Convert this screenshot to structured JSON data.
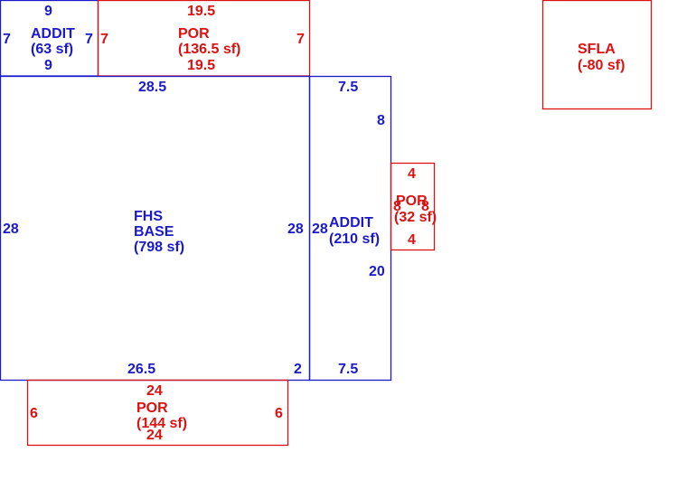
{
  "colors": {
    "base": "#1a1acc",
    "porch": "#dd1111"
  },
  "areas": {
    "addit_top": {
      "name": "ADDIT",
      "area": "(63 sf)"
    },
    "por_top": {
      "name": "POR",
      "area": "(136.5 sf)"
    },
    "base": {
      "name_line1": "FHS",
      "name_line2": "BASE",
      "area": "(798 sf)"
    },
    "addit_right": {
      "name": "ADDIT",
      "area": "(210 sf)"
    },
    "por_right": {
      "name": "POR",
      "area": "(32 sf)"
    },
    "por_bottom": {
      "name": "POR",
      "area": "(144 sf)"
    },
    "sfla": {
      "name": "SFLA",
      "area": "(-80 sf)"
    }
  },
  "dimensions": {
    "addit_top": {
      "top": "9",
      "bottom": "9",
      "left": "7",
      "right": "7"
    },
    "por_top": {
      "top": "19.5",
      "bottom": "19.5",
      "left": "7",
      "right": "7"
    },
    "base": {
      "top": "28.5",
      "left": "28",
      "right": "28",
      "bottom": "26.5",
      "bottom_right": "2"
    },
    "addit_right": {
      "top": "7.5",
      "left": "28",
      "right_upper": "8",
      "right_lower": "20",
      "bottom": "7.5"
    },
    "por_right": {
      "top": "4",
      "bottom": "4",
      "left": "8",
      "right": "8"
    },
    "por_bottom": {
      "top": "24",
      "bottom": "24",
      "left": "6",
      "right": "6"
    }
  }
}
